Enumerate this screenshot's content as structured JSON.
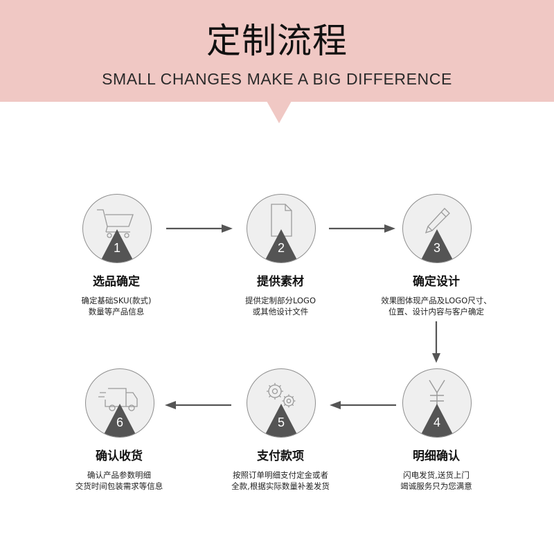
{
  "header": {
    "title": "定制流程",
    "subtitle": "SMALL CHANGES MAKE A BIG DIFFERENCE"
  },
  "colors": {
    "banner": "#f0c8c4",
    "circle_fill": "#efefef",
    "badge": "#545454",
    "arrow": "#555555"
  },
  "steps": [
    {
      "number": "1",
      "icon": "shopping-cart-icon",
      "title": "选品确定",
      "desc": [
        "确定基础SKU(款式)",
        "数量等产品信息"
      ]
    },
    {
      "number": "2",
      "icon": "document-icon",
      "title": "提供素材",
      "desc": [
        "提供定制部分LOGO",
        "或其他设计文件"
      ]
    },
    {
      "number": "3",
      "icon": "pencil-icon",
      "title": "确定设计",
      "desc": [
        "效果图体现产品及LOGO尺寸、",
        "位置、设计内容与客户确定"
      ]
    },
    {
      "number": "4",
      "icon": "yen-icon",
      "title": "明细确认",
      "desc": [
        "闪电发货,送货上门",
        "竭诚服务只为您满意"
      ]
    },
    {
      "number": "5",
      "icon": "gears-icon",
      "title": "支付款项",
      "desc": [
        "按照订单明细支付定金或者",
        "全款,根据实际数量补差发货"
      ]
    },
    {
      "number": "6",
      "icon": "delivery-truck-icon",
      "title": "确认收货",
      "desc": [
        "确认产品参数明细",
        "交货时间包装需求等信息"
      ]
    }
  ]
}
